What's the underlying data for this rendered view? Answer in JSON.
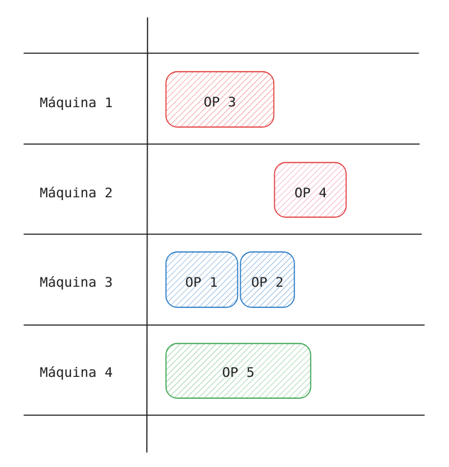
{
  "rows": [
    {
      "label": "Máquina 1"
    },
    {
      "label": "Máquina 2"
    },
    {
      "label": "Máquina 3"
    },
    {
      "label": "Máquina 4"
    }
  ],
  "ops": [
    {
      "label": "OP 3",
      "machine": "Máquina 1",
      "color": "#e03131",
      "fill": "#ffc9c9"
    },
    {
      "label": "OP 4",
      "machine": "Máquina 2",
      "color": "#e03131",
      "fill": "#fcc2d7"
    },
    {
      "label": "OP 1",
      "machine": "Máquina 3",
      "color": "#1971c2",
      "fill": "#a5d8ff"
    },
    {
      "label": "OP 2",
      "machine": "Máquina 3",
      "color": "#1971c2",
      "fill": "#a5d8ff"
    },
    {
      "label": "OP 5",
      "machine": "Máquina 4",
      "color": "#2f9e44",
      "fill": "#b2f2bb"
    }
  ]
}
